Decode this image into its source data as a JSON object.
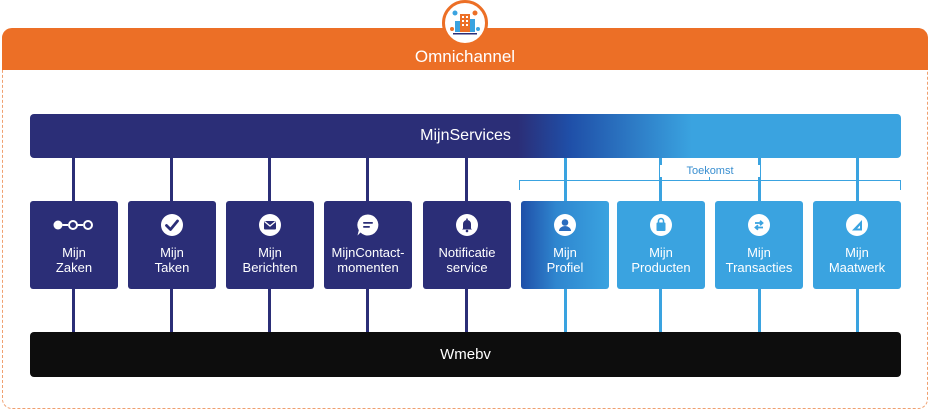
{
  "header": {
    "title": "Omnichannel"
  },
  "services_bar": {
    "label": "MijnServices"
  },
  "future_bracket": {
    "label": "Toekomst"
  },
  "boxes": [
    {
      "line1": "Mijn",
      "line2": "Zaken",
      "icon": "timeline-icon",
      "color": "#2b2e77"
    },
    {
      "line1": "Mijn",
      "line2": "Taken",
      "icon": "checkmark-icon",
      "color": "#2b2e77"
    },
    {
      "line1": "Mijn",
      "line2": "Berichten",
      "icon": "envelope-icon",
      "color": "#2b2e77"
    },
    {
      "line1": "MijnContact-",
      "line2": "momenten",
      "icon": "chat-icon",
      "color": "#2b2e77"
    },
    {
      "line1": "Notificatie",
      "line2": "service",
      "icon": "bell-icon",
      "color": "#2b2e77"
    },
    {
      "line1": "Mijn",
      "line2": "Profiel",
      "icon": "user-icon",
      "color": "#3aa3e0"
    },
    {
      "line1": "Mijn",
      "line2": "Producten",
      "icon": "shopping-bag-icon",
      "color": "#3aa3e0"
    },
    {
      "line1": "Mijn",
      "line2": "Transacties",
      "icon": "exchange-icon",
      "color": "#3aa3e0"
    },
    {
      "line1": "Mijn",
      "line2": "Maatwerk",
      "icon": "set-square-icon",
      "color": "#3aa3e0"
    }
  ],
  "base_bar": {
    "label": "Wmebv"
  },
  "colors": {
    "orange": "#ec6f26",
    "dark_blue": "#2b2e77",
    "light_blue": "#3aa3e0",
    "black": "#0d0d0d"
  }
}
